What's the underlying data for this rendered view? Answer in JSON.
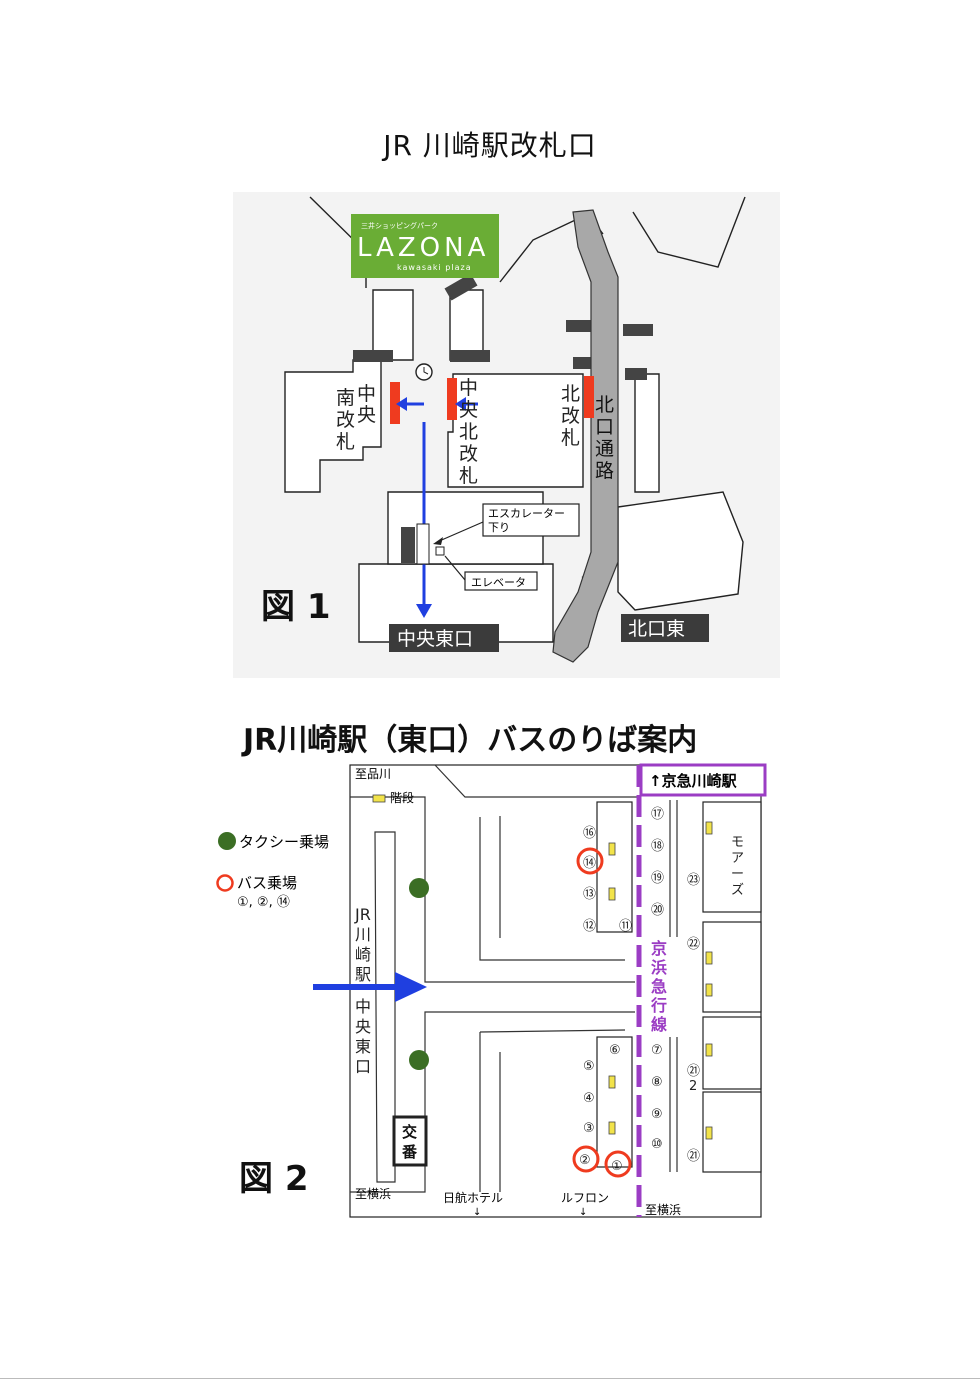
{
  "page_title": "JR 川崎駅改札口",
  "figure1": {
    "label": "図 1",
    "lazona": {
      "small": "三井ショッピングパーク",
      "main": "LAZONA",
      "sub": "kawasaki plaza"
    },
    "gates": {
      "south": [
        "中",
        "央",
        "南",
        "改",
        "札"
      ],
      "north_center": [
        "中",
        "央",
        "北",
        "改",
        "札"
      ],
      "north": [
        "北",
        "改",
        "札"
      ]
    },
    "corridor": [
      "北",
      "口",
      "通",
      "路"
    ],
    "escalator": [
      "エスカレーター",
      "下り"
    ],
    "elevator": "エレベータ",
    "exit_central_east": "中央東口",
    "exit_north_east": "北口東"
  },
  "figure2": {
    "title": "JR川崎駅（東口）バスのりば案内",
    "label": "図 2",
    "legend": {
      "taxi": "タクシー乗場",
      "bus": "バス乗場",
      "bus_numbers": "①, ②, ⑭"
    },
    "stairs": "階段",
    "to_shinagawa": "至品川",
    "to_yokohama": "至横浜",
    "to_yokohama_2": "至横浜",
    "keikyu_station": "↑京急川崎駅",
    "keikyu_line": [
      "京",
      "浜",
      "急",
      "行",
      "線"
    ],
    "jr_label": [
      "JR",
      "川",
      "崎",
      "駅"
    ],
    "central_east": [
      "中",
      "央",
      "東",
      "口"
    ],
    "police_box": [
      "交",
      "番"
    ],
    "mores": [
      "モ",
      "ア",
      "ー",
      "ズ"
    ],
    "nikko_hotel": "日航ホテル",
    "lufflon": "ルフロン",
    "stops": {
      "s16": "⑯",
      "s14": "⑭",
      "s13": "⑬",
      "s12": "⑫",
      "s11": "⑪",
      "s17": "⑰",
      "s18": "⑱",
      "s19": "⑲",
      "s20": "⑳",
      "s23": "㉓",
      "s22": "㉒",
      "s6": "⑥",
      "s5": "⑤",
      "s4": "④",
      "s3": "③",
      "s2": "②",
      "s1": "①",
      "s7": "⑦",
      "s8": "⑧",
      "s9": "⑨",
      "s10": "⑩",
      "s21a": "㉑",
      "s21b": "㉑",
      "n2": "2"
    }
  },
  "colors": {
    "red_gate": "#ef3b1f",
    "blue_arrow": "#1f3fe0",
    "lazona_green": "#6aad35",
    "corridor_gray": "#a8a8a8",
    "keikyu_purple": "#9b3dc4",
    "taxi_green": "#3b6e24"
  }
}
